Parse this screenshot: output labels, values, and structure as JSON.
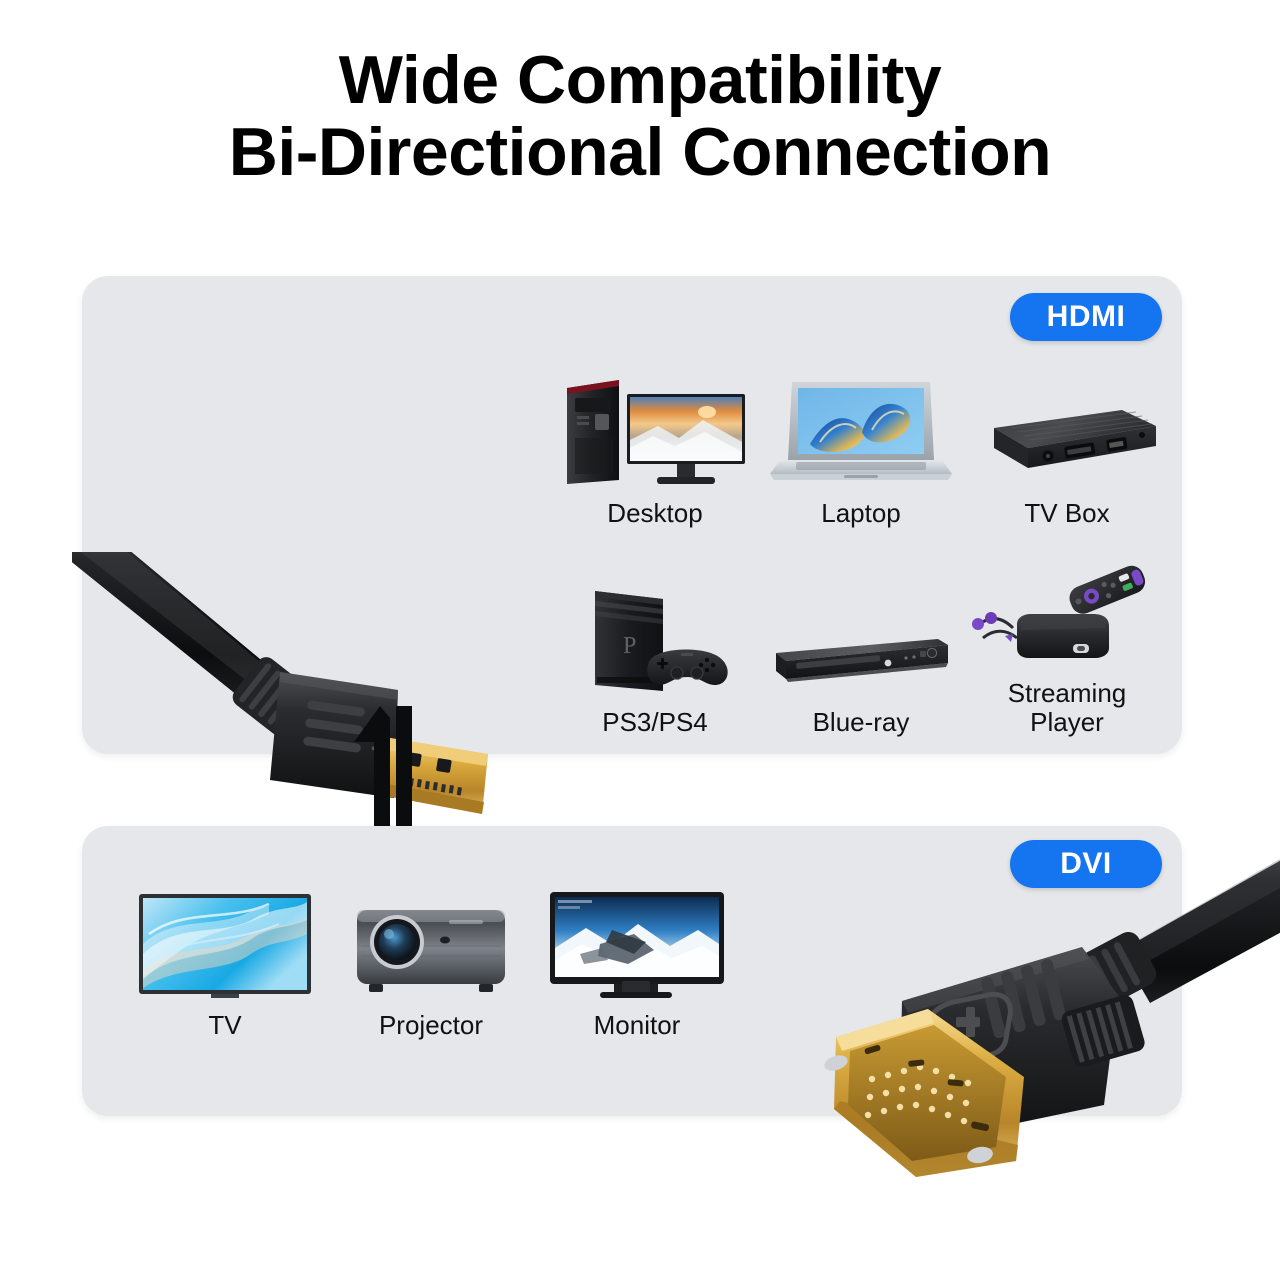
{
  "title": {
    "line1": "Wide Compatibility",
    "line2": "Bi-Directional Connection"
  },
  "colors": {
    "badge_blue": "#1574ef",
    "panel_gray": "#e5e7ea",
    "background": "#ffffff",
    "text_black": "#111111",
    "connector_gold": "#d6a53a",
    "connector_black": "#2b2b2d"
  },
  "panels": [
    {
      "id": "hdmi",
      "badge": "HDMI",
      "connector": "hdmi-male-connector",
      "rows": [
        [
          {
            "label": "Desktop",
            "icon": "desktop-computer-icon"
          },
          {
            "label": "Laptop",
            "icon": "laptop-icon"
          },
          {
            "label": "TV Box",
            "icon": "tv-box-icon"
          }
        ],
        [
          {
            "label": "PS3/PS4",
            "icon": "game-console-icon"
          },
          {
            "label": "Blue-ray",
            "icon": "bluray-player-icon"
          },
          {
            "label": "Streaming\nPlayer",
            "icon": "streaming-player-icon"
          }
        ]
      ]
    },
    {
      "id": "dvi",
      "badge": "DVI",
      "connector": "dvi-male-connector",
      "rows": [
        [
          {
            "label": "TV",
            "icon": "television-icon"
          },
          {
            "label": "Projector",
            "icon": "projector-icon"
          },
          {
            "label": "Monitor",
            "icon": "computer-monitor-icon"
          }
        ]
      ]
    }
  ],
  "arrows": {
    "name": "bi-directional-arrows",
    "up": "up-arrow-icon",
    "down": "down-arrow-icon"
  }
}
